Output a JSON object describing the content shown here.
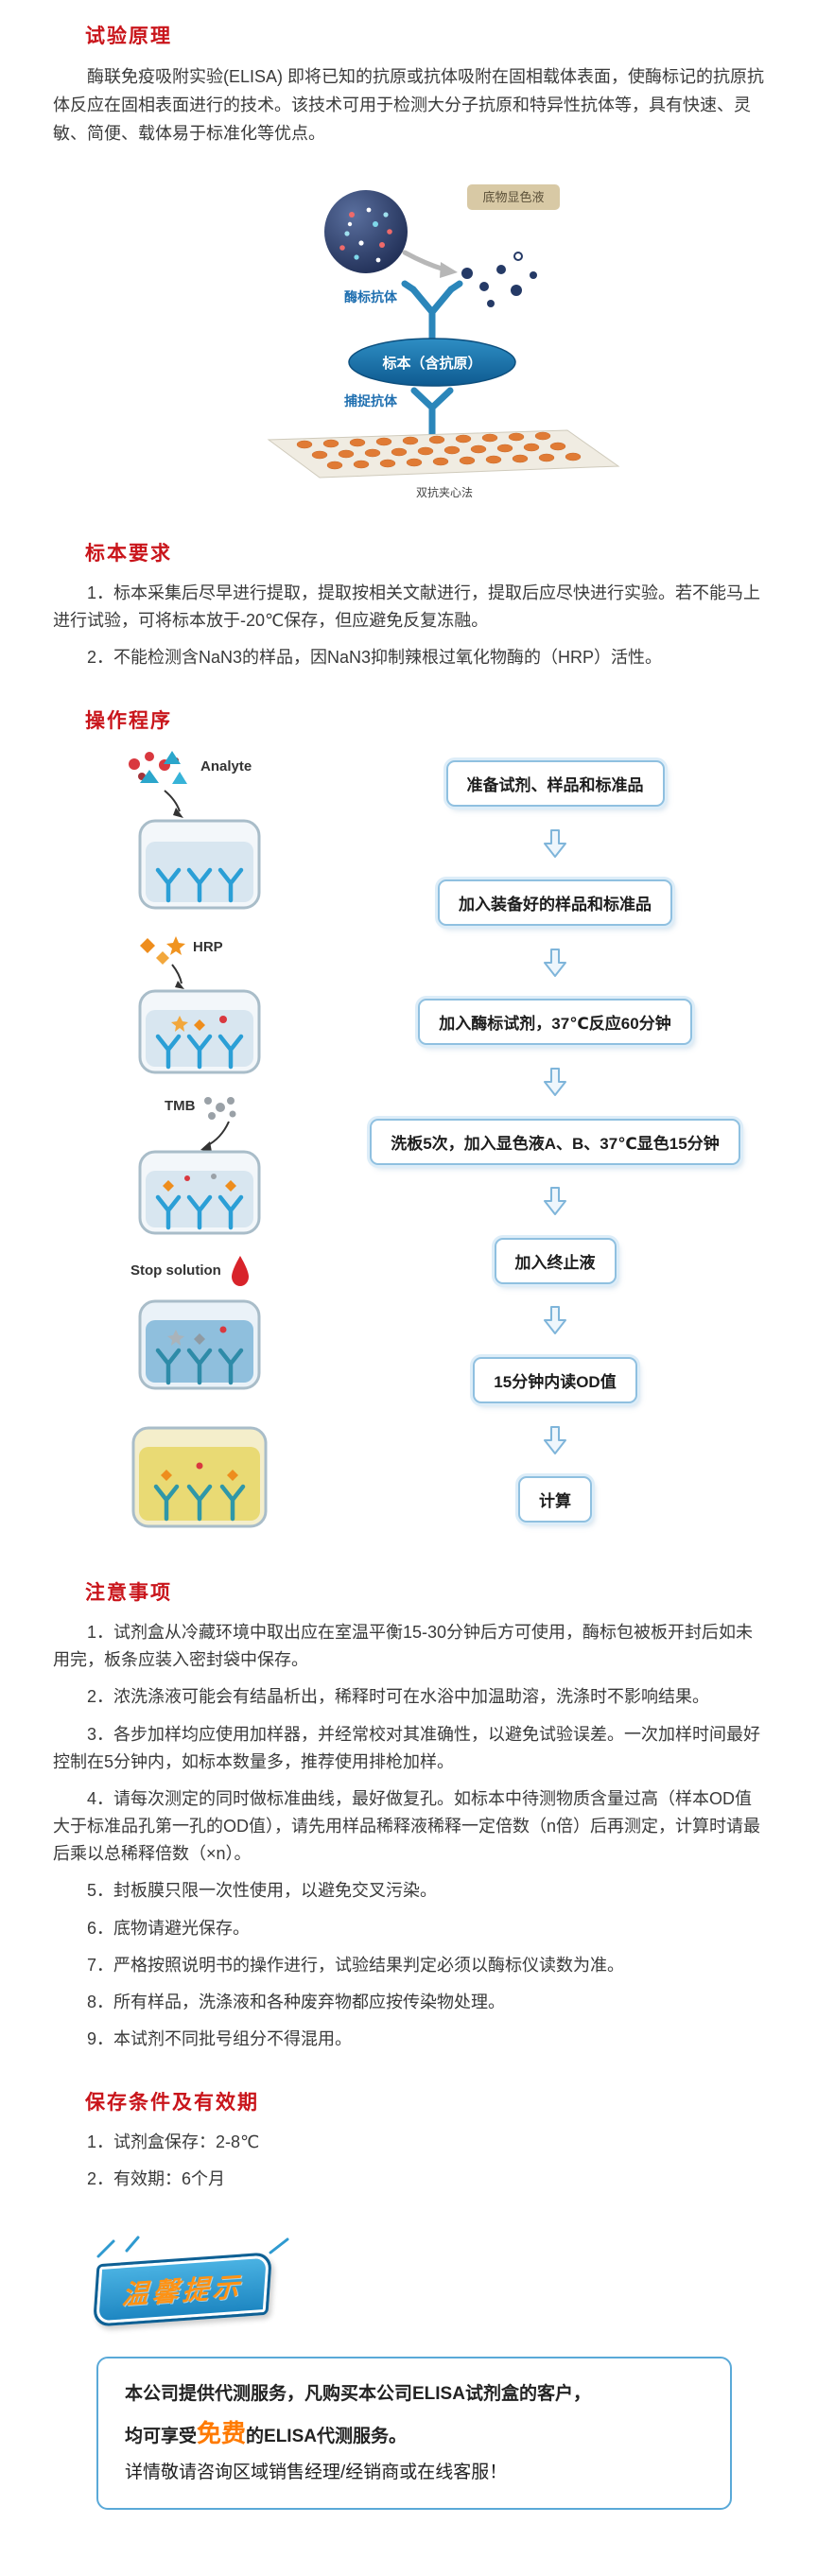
{
  "colors": {
    "heading_red": "#c9151b",
    "accent_blue": "#2a8fc7",
    "flow_border_blue": "#8fc0e0",
    "highlight_orange": "#ff7a00",
    "well_orange": "#e07b35"
  },
  "sections": {
    "principle": {
      "title": "试验原理",
      "paragraph": "酶联免疫吸附实验(ELISA) 即将已知的抗原或抗体吸附在固相载体表面，使酶标记的抗原抗体反应在固相表面进行的技术。该技术可用于检测大分子抗原和特异性抗体等，具有快速、灵敏、简便、载体易于标准化等优点。",
      "diagram": {
        "substrate_label": "底物显色液",
        "enzyme_antibody_label": "酶标抗体",
        "specimen_label": "标本（含抗原）",
        "capture_antibody_label": "捕捉抗体",
        "caption": "双抗夹心法"
      }
    },
    "specimen": {
      "title": "标本要求",
      "items": [
        "1．标本采集后尽早进行提取，提取按相关文献进行，提取后应尽快进行实验。若不能马上进行试验，可将标本放于-20℃保存，但应避免反复冻融。",
        "2．不能检测含NaN3的样品，因NaN3抑制辣根过氧化物酶的（HRP）活性。"
      ]
    },
    "procedure": {
      "title": "操作程序",
      "stages": [
        {
          "label": "Analyte"
        },
        {
          "label": "HRP"
        },
        {
          "label": "TMB"
        },
        {
          "label": "Stop solution"
        },
        {
          "label": ""
        }
      ],
      "steps": [
        "准备试剂、样品和标准品",
        "加入装备好的样品和标准品",
        "加入酶标试剂，37℃反应60分钟",
        "洗板5次，加入显色液A、B、37℃显色15分钟",
        "加入终止液",
        "15分钟内读OD值",
        "计算"
      ]
    },
    "notes": {
      "title": "注意事项",
      "items": [
        "1．试剂盒从冷藏环境中取出应在室温平衡15-30分钟后方可使用，酶标包被板开封后如未用完，板条应装入密封袋中保存。",
        "2．浓洗涤液可能会有结晶析出，稀释时可在水浴中加温助溶，洗涤时不影响结果。",
        "3．各步加样均应使用加样器，并经常校对其准确性，以避免试验误差。一次加样时间最好控制在5分钟内，如标本数量多，推荐使用排枪加样。",
        "4．请每次测定的同时做标准曲线，最好做复孔。如标本中待测物质含量过高（样本OD值大于标准品孔第一孔的OD值），请先用样品稀释液稀释一定倍数（n倍）后再测定，计算时请最后乘以总稀释倍数（×n）。",
        "5．封板膜只限一次性使用，以避免交叉污染。",
        "6．底物请避光保存。",
        "7．严格按照说明书的操作进行，试验结果判定必须以酶标仪读数为准。",
        "8．所有样品，洗涤液和各种废弃物都应按传染物处理。",
        "9．本试剂不同批号组分不得混用。"
      ]
    },
    "storage": {
      "title": "保存条件及有效期",
      "items": [
        "1．试剂盒保存：2-8℃",
        "2．有效期：6个月"
      ]
    }
  },
  "tips": {
    "badge": "温馨提示"
  },
  "footer": {
    "line1": "本公司提供代测服务，凡购买本公司ELISA试剂盒的客户，",
    "line2_prefix": "均可享受",
    "line2_highlight": "免费",
    "line2_suffix": "的ELISA代测服务。",
    "line3": "详情敬请咨询区域销售经理/经销商或在线客服！"
  }
}
